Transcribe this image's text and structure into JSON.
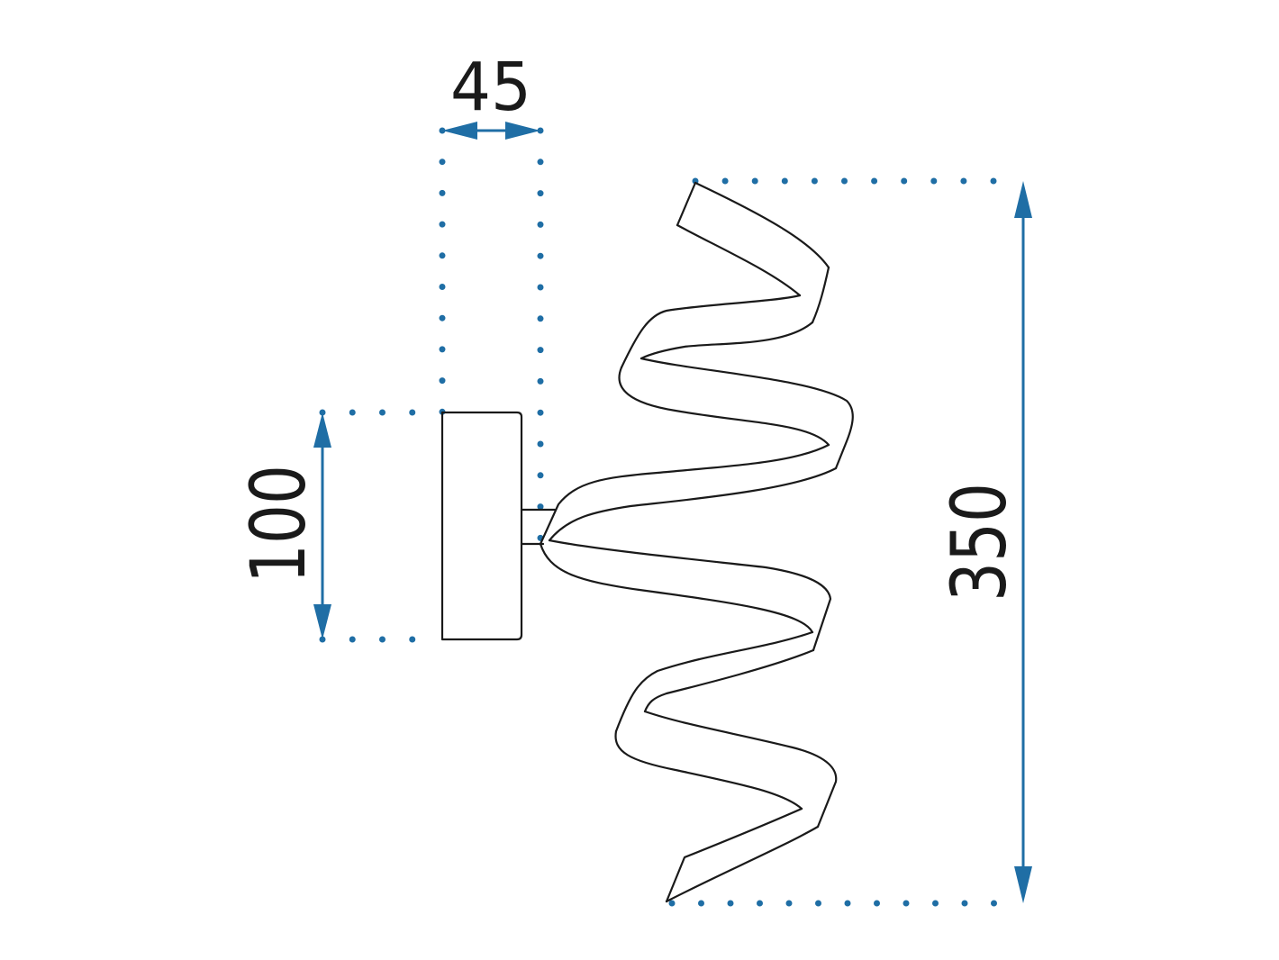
{
  "colors": {
    "dimension": "#1f6ea5",
    "outline": "#1a1a1a",
    "background": "#ffffff"
  },
  "dimensions": {
    "depth": "45",
    "base_height": "100",
    "total_height": "350"
  }
}
